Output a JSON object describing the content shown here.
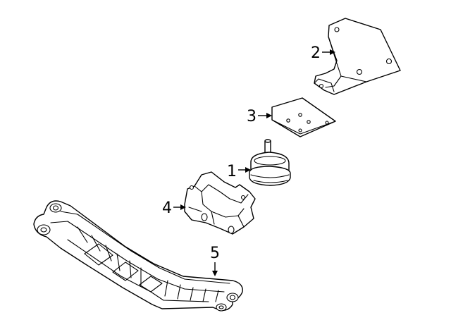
{
  "callouts": [
    {
      "id": "1",
      "label": "1",
      "part": "engine-mount"
    },
    {
      "id": "2",
      "label": "2",
      "part": "upper-bracket"
    },
    {
      "id": "3",
      "label": "3",
      "part": "heat-shield-plate"
    },
    {
      "id": "4",
      "label": "4",
      "part": "lower-mount-bracket"
    },
    {
      "id": "5",
      "label": "5",
      "part": "crossmember"
    }
  ]
}
